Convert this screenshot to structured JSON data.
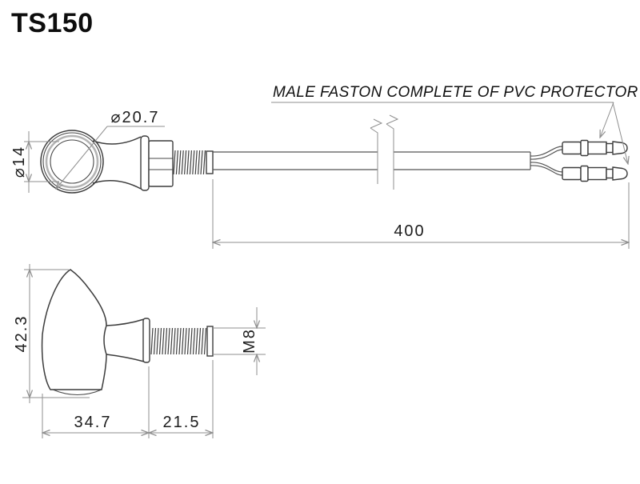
{
  "title": "TS150",
  "callout": {
    "text": "MALE FASTON COMPLETE OF PVC PROTECTOR"
  },
  "dimensions": {
    "lens_diameter": "⌀20.7",
    "housing_diameter": "⌀14",
    "cable_length": "400",
    "body_height": "42.3",
    "body_length": "34.7",
    "thread_length": "21.5",
    "thread_spec": "M8"
  }
}
